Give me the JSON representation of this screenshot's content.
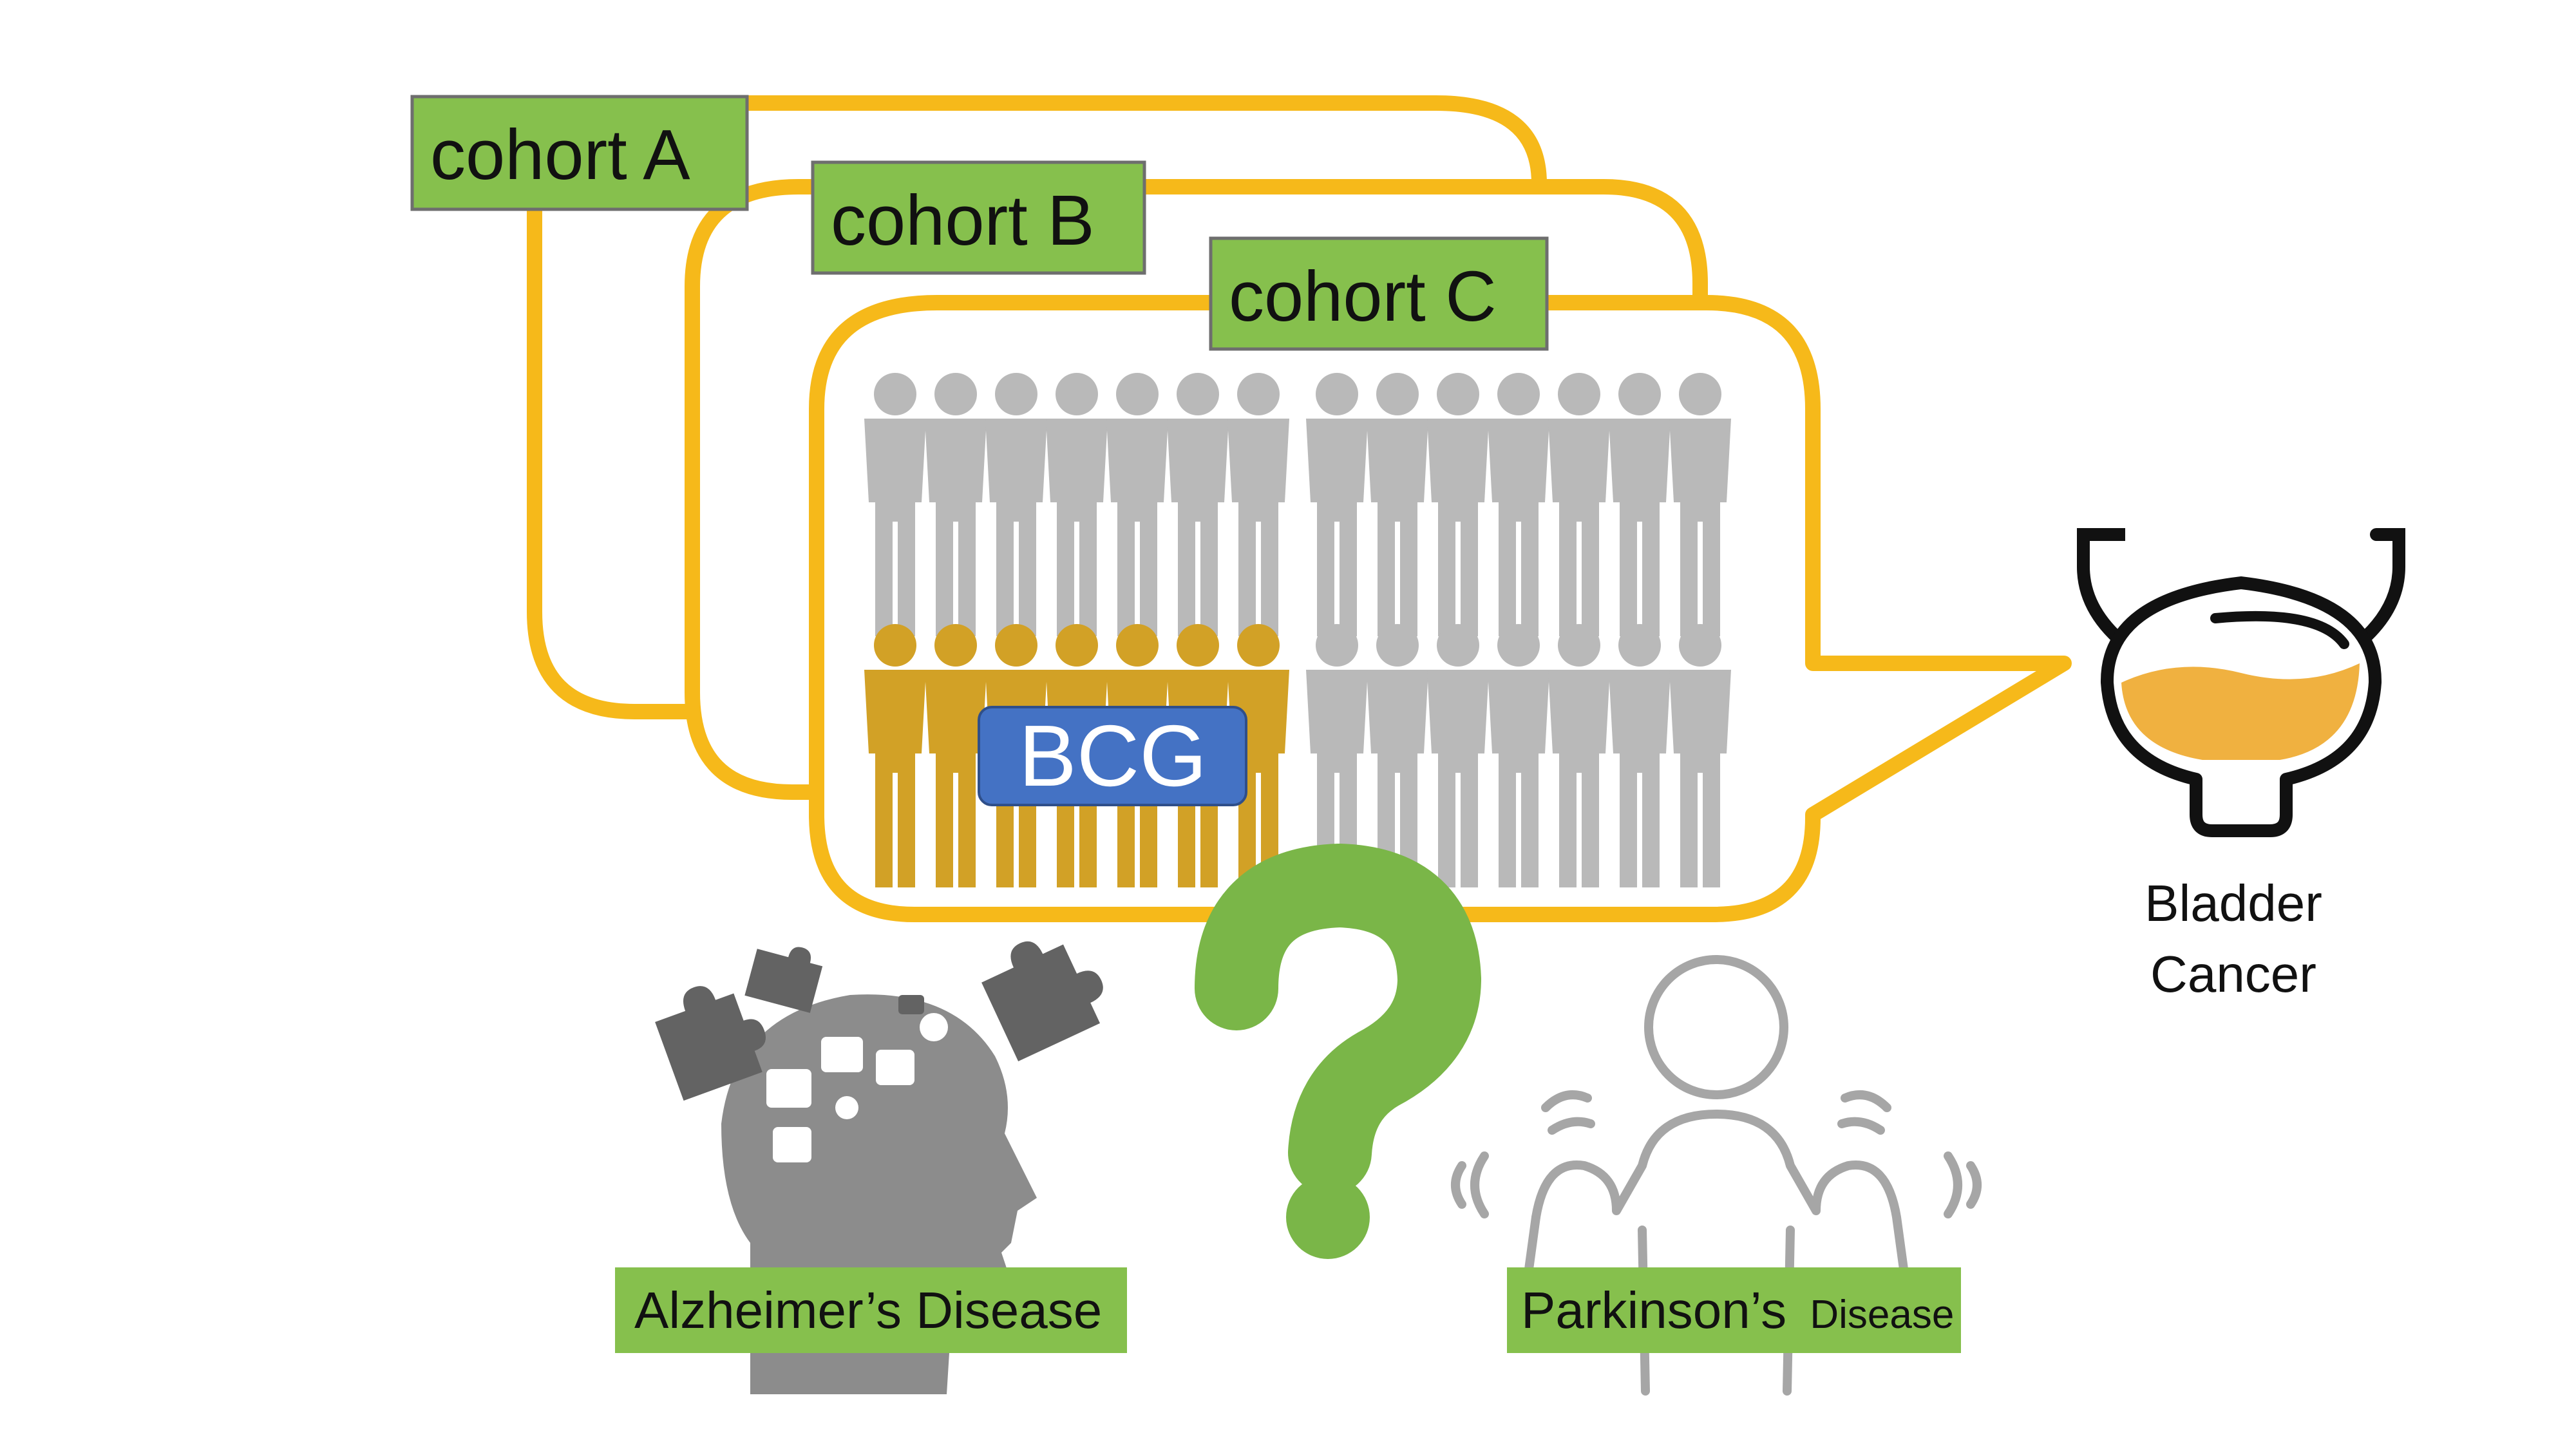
{
  "cohorts": [
    {
      "label": "cohort A"
    },
    {
      "label": "cohort B"
    },
    {
      "label": "cohort C"
    }
  ],
  "treatment": {
    "label": "BCG"
  },
  "outcome": {
    "line1": "Bladder",
    "line2": "Cancer"
  },
  "question_mark": "?",
  "diseases": {
    "alzheimers": {
      "label": "Alzheimer’s Disease"
    },
    "parkinsons": {
      "label_main": "Parkinson’s",
      "label_small": "Disease"
    }
  },
  "icons": {
    "person": "person-icon",
    "bladder": "bladder-icon",
    "brain_puzzle": "head-puzzle-icon",
    "tremor": "tremor-person-icon",
    "question": "question-mark-icon"
  },
  "colors": {
    "cohort_border": "#f6b91a",
    "label_green": "#86c04d",
    "label_border": "#6e6e6e",
    "person_gray": "#b9b9b9",
    "person_bcg": "#d2a126",
    "bcg_blue": "#4472c4",
    "question_green": "#7ab648",
    "head_gray": "#8c8c8c",
    "tremor_gray": "#a6a6a6",
    "bladder_fill": "#f0b140"
  },
  "population": {
    "rows": 2,
    "per_row": 14,
    "bcg_treated_row2": 7
  }
}
